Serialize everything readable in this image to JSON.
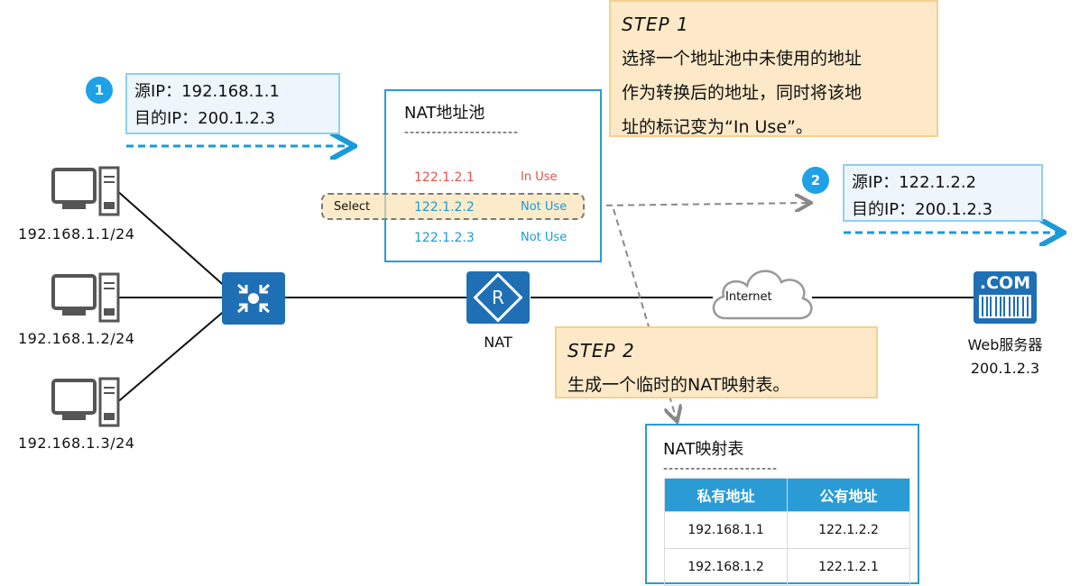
{
  "packet1": {
    "badge": "1",
    "src": "源IP：192.168.1.1",
    "dst": "目的IP：200.1.2.3"
  },
  "packet2": {
    "badge": "2",
    "src": "源IP：122.1.2.2",
    "dst": "目的IP：200.1.2.3"
  },
  "step1": {
    "title": "STEP 1",
    "lines": [
      "选择一个地址池中未使用的地址",
      "作为转换后的地址，同时将该地",
      "址的标记变为“In Use”。"
    ]
  },
  "step2": {
    "title": "STEP 2",
    "text": "生成一个临时的NAT映射表。"
  },
  "pool": {
    "title": "NAT地址池",
    "divider": "---------------------",
    "rows": [
      {
        "ip": "122.1.2.1",
        "status": "In Use"
      },
      {
        "ip": "122.1.2.2",
        "status": "Not Use"
      },
      {
        "ip": "122.1.2.3",
        "status": "Not Use"
      }
    ],
    "select_label": "Select"
  },
  "hosts": [
    "192.168.1.1/24",
    "192.168.1.2/24",
    "192.168.1.3/24"
  ],
  "nat_label": "NAT",
  "internet_label": "Internet",
  "server": {
    "badge": ".COM",
    "name": "Web服务器",
    "ip": "200.1.2.3"
  },
  "mapping": {
    "title": "NAT映射表",
    "divider": "---------------------",
    "headers": [
      "私有地址",
      "公有地址"
    ],
    "rows": [
      [
        "192.168.1.1",
        "122.1.2.2"
      ],
      [
        "192.168.1.2",
        "122.1.2.1"
      ]
    ]
  },
  "colors": {
    "accent": "#2b9bd6",
    "device": "#1f6fb5",
    "step": "#fde9c8",
    "in_use": "#e5524a"
  }
}
